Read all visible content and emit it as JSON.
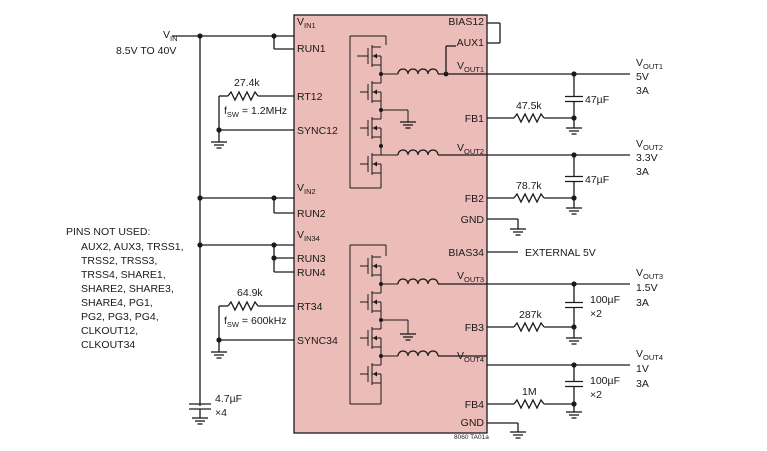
{
  "input": {
    "v_symbol": "V",
    "v_sub": "IN",
    "range": "8.5V TO 40V"
  },
  "chip_pins_left": {
    "vin1": {
      "main": "V",
      "sub": "IN1"
    },
    "run1": "RUN1",
    "rt12": "RT12",
    "sync12": "SYNC12",
    "vin2": {
      "main": "V",
      "sub": "IN2"
    },
    "run2": "RUN2",
    "vin34": {
      "main": "V",
      "sub": "IN34"
    },
    "run3": "RUN3",
    "run4": "RUN4",
    "rt34": "RT34",
    "sync34": "SYNC34"
  },
  "chip_pins_right": {
    "bias12": "BIAS12",
    "aux1": "AUX1",
    "vout1": {
      "main": "V",
      "sub": "OUT1"
    },
    "fb1": "FB1",
    "vout2": {
      "main": "V",
      "sub": "OUT2"
    },
    "fb2": "FB2",
    "gnd_top": "GND",
    "bias34": "BIAS34",
    "vout3": {
      "main": "V",
      "sub": "OUT3"
    },
    "fb3": "FB3",
    "vout4": {
      "main": "V",
      "sub": "OUT4"
    },
    "fb4": "FB4",
    "gnd_bottom": "GND"
  },
  "rt12_resistor": "27.4k",
  "fsw12": {
    "f": "f",
    "sub": "SW",
    "value": " = 1.2MHz"
  },
  "rt34_resistor": "64.9k",
  "fsw34": {
    "f": "f",
    "sub": "SW",
    "value": " = 600kHz"
  },
  "pins_not_used": {
    "heading": "PINS NOT USED:",
    "lines": [
      "AUX2, AUX3, TRSS1,",
      "TRSS2, TRSS3,",
      "TRSS4, SHARE1,",
      "SHARE2, SHARE3,",
      "SHARE4, PG1,",
      "PG2, PG3, PG4,",
      "CLKOUT12,",
      "CLKOUT34"
    ]
  },
  "input_cap": {
    "value": "4.7µF",
    "mult": "×4"
  },
  "outputs": [
    {
      "label_main": "V",
      "label_sub": "OUT1",
      "voltage": "5V",
      "current": "3A",
      "fb_res": "47.5k",
      "cap": "47µF",
      "cap_mult": ""
    },
    {
      "label_main": "V",
      "label_sub": "OUT2",
      "voltage": "3.3V",
      "current": "3A",
      "fb_res": "78.7k",
      "cap": "47µF",
      "cap_mult": ""
    },
    {
      "label_main": "V",
      "label_sub": "OUT3",
      "voltage": "1.5V",
      "current": "3A",
      "fb_res": "287k",
      "cap": "100µF",
      "cap_mult": "×2"
    },
    {
      "label_main": "V",
      "label_sub": "OUT4",
      "voltage": "1V",
      "current": "3A",
      "fb_res": "1M",
      "cap": "100µF",
      "cap_mult": "×2"
    }
  ],
  "external_bias": "EXTERNAL 5V",
  "figure_code": "8060 TA01a"
}
